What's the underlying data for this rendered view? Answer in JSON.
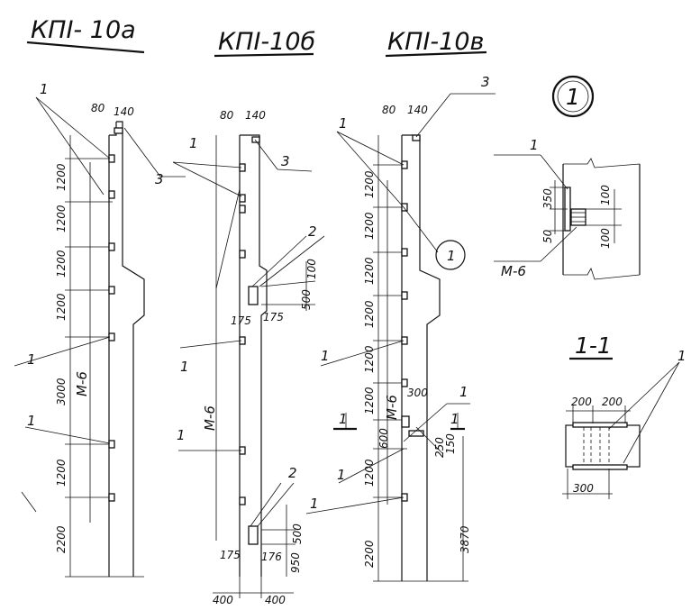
{
  "titles": {
    "a": "КПI- 10а",
    "b": "КПI-10б",
    "c": "КПI-10в"
  },
  "panel_a": {
    "top_dims": [
      "80",
      "140"
    ],
    "vert_dims": [
      "1200",
      "1200",
      "1200",
      "1200",
      "3000",
      "1200",
      "2200"
    ],
    "rebar_label": "М-6",
    "marks": [
      "1",
      "1",
      "1",
      "3"
    ]
  },
  "panel_b": {
    "top_dims": [
      "80",
      "140"
    ],
    "rebar_label": "М-6",
    "marks": [
      "1",
      "1",
      "1",
      "2",
      "2",
      "3"
    ],
    "joint_dims": [
      "100",
      "500",
      "175",
      "175"
    ],
    "bottom_right_dims": [
      "500",
      "950",
      "175",
      "176"
    ],
    "base_dims": [
      "400",
      "400"
    ]
  },
  "panel_c": {
    "top_dims": [
      "80",
      "140"
    ],
    "vert_dims": [
      "1200",
      "1200",
      "1200",
      "1200",
      "1200",
      "1200",
      "600",
      "1200",
      "2200"
    ],
    "rebar_label": "М-6",
    "marks": [
      "1",
      "1",
      "1",
      "1",
      "1",
      "3"
    ],
    "section_mark": "1",
    "cut_dims": [
      "300",
      "250",
      "150"
    ],
    "right_dim": "3870"
  },
  "detail1": {
    "bubble": "1",
    "dims": [
      "350",
      "50",
      "100",
      "100"
    ],
    "label_mark": "1",
    "rebar_label": "М-6"
  },
  "section11": {
    "title": "1-1",
    "dims": [
      "200",
      "200",
      "300"
    ],
    "mark": "1"
  }
}
